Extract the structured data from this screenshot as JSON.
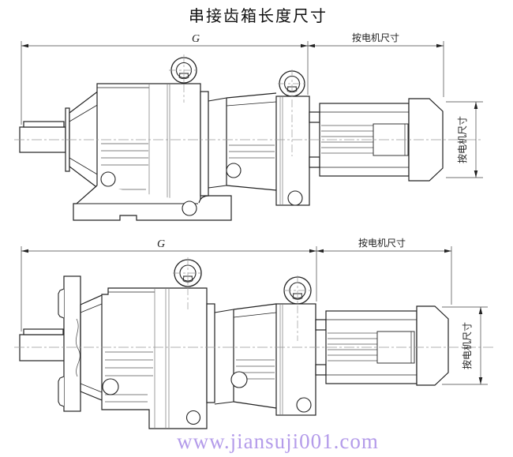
{
  "title": "串接齿箱长度尺寸",
  "drawings": [
    {
      "id": "foot-mounted-view",
      "dims": {
        "length": "G",
        "motor_length": "按电机尺寸",
        "motor_height": "按电机尺寸"
      }
    },
    {
      "id": "flange-mounted-view",
      "dims": {
        "length": "G",
        "motor_length": "按电机尺寸",
        "motor_height": "按电机尺寸"
      }
    }
  ],
  "watermark": {
    "text": "www.jiansuji001.com",
    "color": "#b49cea"
  },
  "colors": {
    "line": "#222222",
    "light_line": "#777777",
    "centerline": "#999999"
  }
}
